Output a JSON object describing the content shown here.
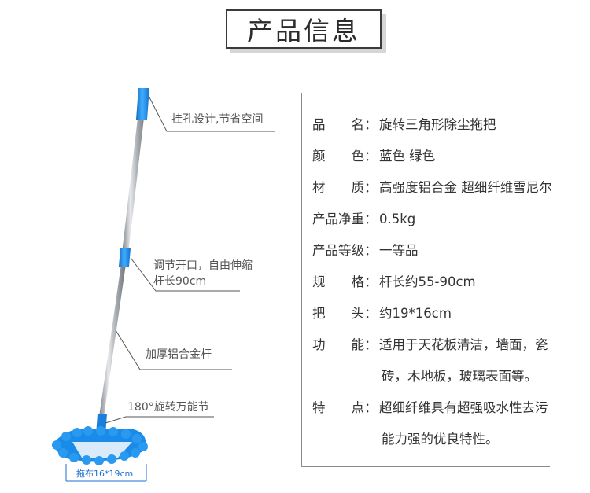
{
  "title": "产品信息",
  "callouts": {
    "hang_hole": "挂孔设计,节省空间",
    "adjust_line1": "调节开口，自由伸缩",
    "adjust_line2": "杆长90cm",
    "pole": "加厚铝合金杆",
    "swivel": "180°旋转万能节",
    "mop_size": "拖布16*19cm"
  },
  "specs": [
    {
      "key": "品　　名：",
      "value": "旋转三角形除尘拖把"
    },
    {
      "key": "颜　　色：",
      "value": "蓝色 绿色"
    },
    {
      "key": "材　　质：",
      "value": "高强度铝合金 超细纤维雪尼尔"
    },
    {
      "key": "产品净重：",
      "value": "0.5kg"
    },
    {
      "key": "产品等级：",
      "value": "一等品"
    },
    {
      "key": "规　　格：",
      "value": "杆长约55-90cm"
    },
    {
      "key": "把　　头：",
      "value": "约19*16cm"
    },
    {
      "key": "功　　能：",
      "value": "适用于天花板清洁，墙面，瓷",
      "cont": "砖，木地板，玻璃表面等。"
    },
    {
      "key": "特　　点：",
      "value": "超细纤维具有超强吸水性去污",
      "cont": "能力强的优良特性。"
    }
  ],
  "colors": {
    "accent_blue": "#1e90e8",
    "pole_silver": "#b8bcc0",
    "line_gray": "#8a8a8a"
  }
}
